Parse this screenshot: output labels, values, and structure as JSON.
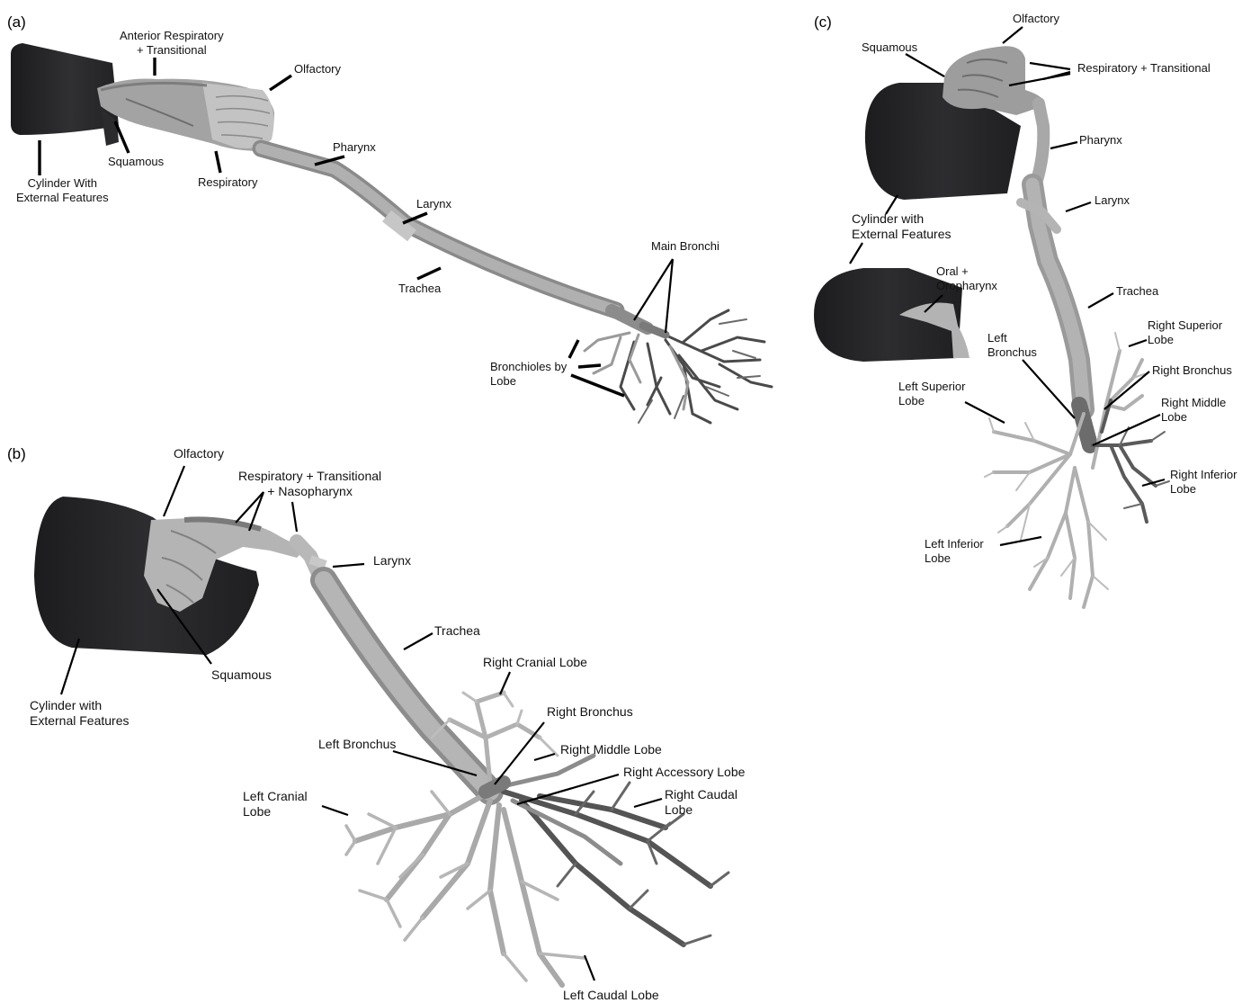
{
  "panels": {
    "a": {
      "letter": "(a)",
      "labels": {
        "anterior": "Anterior Respiratory\n+ Transitional",
        "olfactory": "Olfactory",
        "squamous": "Squamous",
        "cylinder": "Cylinder With\nExternal Features",
        "respiratory": "Respiratory",
        "pharynx": "Pharynx",
        "larynx": "Larynx",
        "trachea": "Trachea",
        "main_bronchi": "Main Bronchi",
        "bronchioles": "Bronchioles by\nLobe"
      }
    },
    "b": {
      "letter": "(b)",
      "labels": {
        "olfactory": "Olfactory",
        "resp_trans_naso": "Respiratory + Transitional\n+ Nasopharynx",
        "larynx": "Larynx",
        "trachea": "Trachea",
        "squamous": "Squamous",
        "cylinder": "Cylinder with\nExternal Features",
        "right_cranial_lobe": "Right Cranial Lobe",
        "right_bronchus": "Right Bronchus",
        "left_bronchus": "Left Bronchus",
        "right_middle_lobe": "Right Middle Lobe",
        "right_accessory_lobe": "Right Accessory Lobe",
        "right_caudal_lobe": "Right Caudal\nLobe",
        "left_cranial_lobe": "Left Cranial\nLobe",
        "left_caudal_lobe": "Left Caudal Lobe"
      }
    },
    "c": {
      "letter": "(c)",
      "labels": {
        "olfactory": "Olfactory",
        "squamous": "Squamous",
        "resp_trans": "Respiratory + Transitional",
        "pharynx": "Pharynx",
        "larynx": "Larynx",
        "cylinder": "Cylinder with\nExternal Features",
        "oral": "Oral +\nOropharynx",
        "trachea": "Trachea",
        "left_bronchus": "Left\nBronchus",
        "right_superior_lobe": "Right Superior\nLobe",
        "right_bronchus": "Right Bronchus",
        "left_superior_lobe": "Left Superior\nLobe",
        "right_middle_lobe": "Right Middle\nLobe",
        "right_inferior_lobe": "Right Inferior\nLobe",
        "left_inferior_lobe": "Left Inferior\nLobe"
      }
    }
  },
  "colors": {
    "cylinder": "#2a2a2c",
    "airway_light": "#b2b2b2",
    "airway_mid": "#8e8e8e",
    "airway_dark": "#595959",
    "leader": "#000000"
  }
}
